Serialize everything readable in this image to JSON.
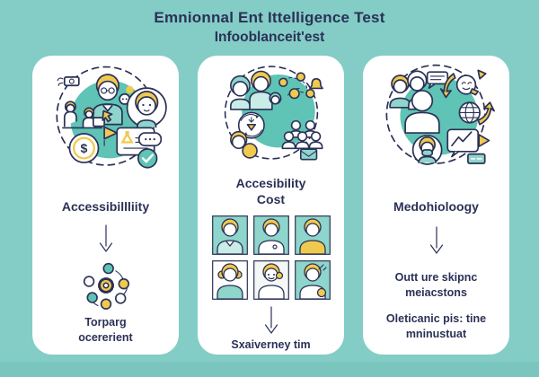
{
  "theme": {
    "background": "#83cdc6",
    "background_band": "#7ac5be",
    "card_background": "#ffffff",
    "ink": "#2b3156",
    "teal_blob": "#5fc3b5",
    "teal_mid": "#8ed5cb",
    "teal_soft": "#c9ece7",
    "yellow": "#f0c94f"
  },
  "title": {
    "line1": "Emnionnal Ent Ittelligence Test",
    "line2": "Infooblanceit'est"
  },
  "cards": [
    {
      "heading": "Accessibillliity",
      "caption_lines": [
        "Torparg",
        "ocererient"
      ],
      "dollar_symbol": "$",
      "illustration": "people-money-feedback-scene",
      "mid_icon": "process-cycle-gear"
    },
    {
      "heading_lines": [
        "Accesibility",
        "Cost"
      ],
      "caption": "Sxaiverney tim",
      "illustration": "people-network-coins-scene",
      "avatar_grid": {
        "rows": 2,
        "cols": 3,
        "tiles": [
          "person-teal-shirt",
          "person-white-shirt",
          "person-yellow-shirt",
          "person-teal-shirt-white-bg",
          "person-headset",
          "person-with-coin"
        ]
      }
    },
    {
      "heading": "Medohioloogy",
      "text_block_1_lines": [
        "Outt ure skipnc",
        "meiacstons"
      ],
      "text_block_2_lines": [
        "Oleticanic pis: tine",
        "mninustuat"
      ],
      "illustration": "people-translation-chat-scene"
    }
  ],
  "icons": {
    "down_arrow": "thin v-chevron arrow pointing down",
    "dollar_coin": "white coin, yellow inner ring, $ glyph",
    "check_circle": "teal circle with white checkmark",
    "speech_bubble": "rounded bubble with three dots",
    "process_cycle_gear": "ring of colored dots around a yellow gear",
    "avatar_grid": "2x3 grid of people portraits",
    "envelope": "teal envelope",
    "globe": "outlined globe with meridians",
    "megaphone": "yellow megaphone cone"
  }
}
